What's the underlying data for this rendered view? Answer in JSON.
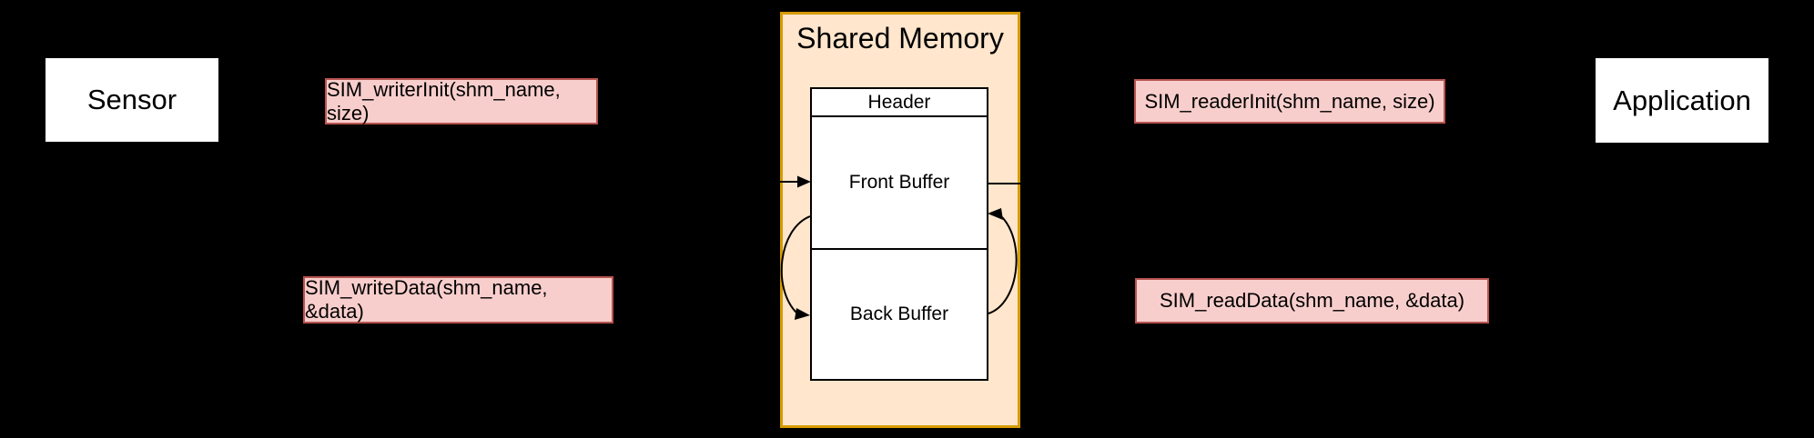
{
  "diagram": {
    "background": "#000000",
    "nodes": {
      "sensor": {
        "label": "Sensor",
        "fill": "#ffffff"
      },
      "application": {
        "label": "Application",
        "fill": "#ffffff"
      },
      "shared_memory": {
        "title": "Shared Memory",
        "fill": "#ffe6cc",
        "border_color": "#d79b00",
        "sections": {
          "header": "Header",
          "front_buffer": "Front Buffer",
          "back_buffer": "Back Buffer"
        }
      }
    },
    "calls": {
      "fill": "#f8cecc",
      "border_color": "#b85450",
      "writer_init": "SIM_writerInit(shm_name, size)",
      "write_data": "SIM_writeData(shm_name, &data)",
      "reader_init": "SIM_readerInit(shm_name, size)",
      "read_data": "SIM_readData(shm_name, &data)"
    },
    "arrows": {
      "color": "#000000",
      "writer_into_front_buffer": "arrow into Front Buffer left edge",
      "reader_out_of_front_buffer": "line out of Front Buffer right edge",
      "swap_front_to_back": "curved arrow Front Buffer to Back Buffer (left side)",
      "swap_back_to_front": "curved arrow Back Buffer to Front Buffer (right side)"
    }
  }
}
